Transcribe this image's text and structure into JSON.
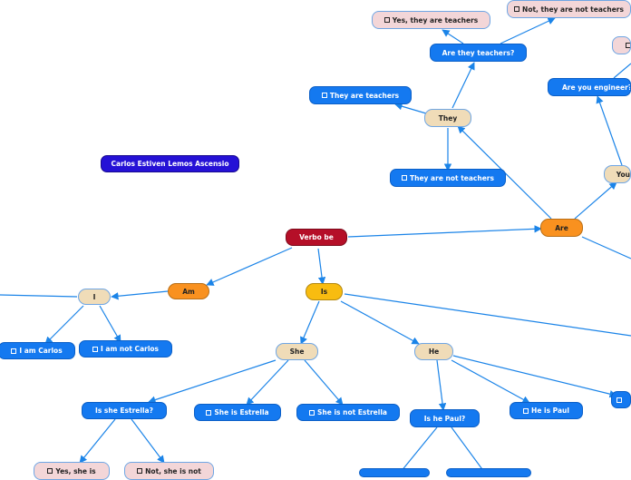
{
  "colors": {
    "edge": "#1b84e8",
    "leaf_blue": "#1479f0",
    "branch_tan": "#f0dcb8",
    "orange": "#f9911f",
    "gold": "#f8bc10",
    "root_red": "#b50f28",
    "answer_pink": "#f3d6d8",
    "title_indigo": "#2511d6"
  },
  "icons": {
    "checkbox": "checkbox-icon"
  },
  "diagram": {
    "title": "Carlos Estiven Lemos Ascensio",
    "root": "Verbo be",
    "am": "Am",
    "i": "I",
    "i_am": "I am Carlos",
    "i_am_not": "I am not Carlos",
    "is": "Is",
    "she": "She",
    "she_question": "Is she Estrella?",
    "she_yes": "Yes, she is",
    "she_no": "Not, she is not",
    "she_is": "She is Estrella",
    "she_is_not": "She is not Estrella",
    "he": "He",
    "he_question": "Is he Paul?",
    "he_is": "He is Paul",
    "are": "Are",
    "they": "They",
    "they_question": "Are they teachers?",
    "they_yes": "Yes, they are teachers",
    "they_no": "Not, they are not teachers",
    "they_are": "They are teachers",
    "they_are_not": "They are not teachers",
    "you": "You",
    "you_question": "Are you engineer?"
  }
}
